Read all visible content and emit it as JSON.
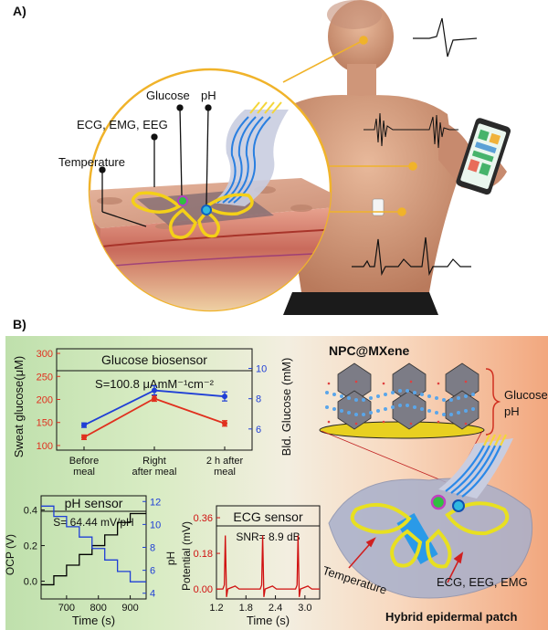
{
  "panel_a": {
    "label": "A)",
    "callouts": {
      "glucose": "Glucose",
      "ph": "pH",
      "ecg": "ECG, EMG, EEG",
      "temperature": "Temperature"
    }
  },
  "panel_b": {
    "label": "B)",
    "material": "NPC@MXene",
    "bracket_labels": [
      "Glucose",
      "pH"
    ],
    "patch_title": "Hybrid epidermal patch",
    "patch_labels": {
      "temperature": "Temperature",
      "biopotential": "ECG, EEG, EMG"
    }
  },
  "chart_data": [
    {
      "type": "line",
      "title": "Glucose biosensor",
      "annotation": "S=100.8 μAmM⁻¹cm⁻²",
      "categories": [
        "Before meal",
        "Right after meal",
        "2 h after meal"
      ],
      "category_lines": [
        [
          "Before",
          "meal"
        ],
        [
          "Right",
          "after meal"
        ],
        [
          "2 h after",
          "meal"
        ]
      ],
      "ylabel": "Sweat glucose(μM)",
      "ylabel_right": "Bld. Glucose (mM)",
      "ylim": [
        90,
        310
      ],
      "yticks": [
        100,
        150,
        200,
        250,
        300
      ],
      "ylim_right": [
        4.6,
        11.3
      ],
      "yticks_right": [
        6,
        8,
        10
      ],
      "series": [
        {
          "axis": "left",
          "color": "#e0301e",
          "values": [
            118,
            202,
            148
          ],
          "errors": [
            5,
            6,
            6
          ]
        },
        {
          "axis": "right",
          "color": "#1f3fd6",
          "values": [
            6.25,
            8.55,
            8.15
          ],
          "errors": [
            0.15,
            0.3,
            0.3
          ]
        }
      ]
    },
    {
      "type": "line",
      "title": "pH sensor",
      "annotation": "S= 64.44 mV/pH",
      "xlabel": "Time (s)",
      "ylabel": "OCP (V)",
      "ylabel_right": "pH",
      "xlim": [
        620,
        950
      ],
      "xticks": [
        700,
        800,
        900
      ],
      "ylim": [
        -0.1,
        0.48
      ],
      "yticks": [
        0.0,
        0.2,
        0.4
      ],
      "ylim_right": [
        3.5,
        12.5
      ],
      "yticks_right": [
        4,
        6,
        8,
        10,
        12
      ],
      "series": [
        {
          "axis": "left",
          "color": "#000000",
          "x": [
            620,
            660,
            660,
            700,
            700,
            740,
            740,
            780,
            780,
            820,
            820,
            860,
            860,
            900,
            900,
            950
          ],
          "values": [
            -0.02,
            -0.02,
            0.03,
            0.03,
            0.09,
            0.09,
            0.15,
            0.15,
            0.2,
            0.2,
            0.26,
            0.26,
            0.33,
            0.33,
            0.38,
            0.38
          ]
        },
        {
          "axis": "right",
          "color": "#1f3fd6",
          "x": [
            620,
            660,
            660,
            700,
            700,
            740,
            740,
            780,
            780,
            820,
            820,
            860,
            860,
            900,
            900,
            950
          ],
          "values": [
            11.6,
            11.6,
            10.7,
            10.7,
            9.8,
            9.8,
            8.9,
            8.9,
            7.9,
            7.9,
            6.9,
            6.9,
            5.9,
            5.9,
            5.0,
            5.0
          ]
        }
      ]
    },
    {
      "type": "line",
      "title": "ECG sensor",
      "annotation": "SNR= 8.9 dB",
      "xlabel": "Time (s)",
      "ylabel": "Potential (mV)",
      "xlim": [
        1.2,
        3.3
      ],
      "xticks": [
        1.2,
        1.8,
        2.4,
        3.0
      ],
      "ylim": [
        -0.05,
        0.42
      ],
      "yticks": [
        0.0,
        0.18,
        0.36
      ],
      "series": [
        {
          "color": "#d01010",
          "beats": [
            1.38,
            2.14,
            2.86
          ],
          "baseline": 0.0,
          "peak": 0.27,
          "dip": -0.04
        }
      ]
    }
  ]
}
